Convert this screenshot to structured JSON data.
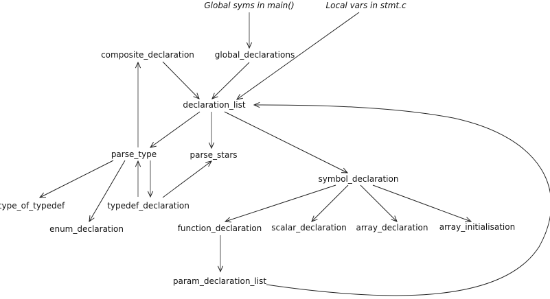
{
  "diagram": {
    "title": "",
    "nodes": [
      {
        "id": "global_syms",
        "label": "Global syms in main()",
        "italic": true
      },
      {
        "id": "local_vars",
        "label": "Local vars in stmt.c",
        "italic": true
      },
      {
        "id": "composite_declaration",
        "label": "composite_declaration",
        "italic": false
      },
      {
        "id": "global_declarations",
        "label": "global_declarations",
        "italic": false
      },
      {
        "id": "declaration_list",
        "label": "declaration_list",
        "italic": false
      },
      {
        "id": "parse_type",
        "label": "parse_type",
        "italic": false
      },
      {
        "id": "parse_stars",
        "label": "parse_stars",
        "italic": false
      },
      {
        "id": "symbol_declaration",
        "label": "symbol_declaration",
        "italic": false
      },
      {
        "id": "type_of_typedef",
        "label": "type_of_typedef",
        "italic": false
      },
      {
        "id": "typedef_declaration",
        "label": "typedef_declaration",
        "italic": false
      },
      {
        "id": "enum_declaration",
        "label": "enum_declaration",
        "italic": false
      },
      {
        "id": "function_declaration",
        "label": "function_declaration",
        "italic": false
      },
      {
        "id": "scalar_declaration",
        "label": "scalar_declaration",
        "italic": false
      },
      {
        "id": "array_declaration",
        "label": "array_declaration",
        "italic": false
      },
      {
        "id": "array_initialisation",
        "label": "array_initialisation",
        "italic": false
      },
      {
        "id": "param_declaration_list",
        "label": "param_declaration_list",
        "italic": false
      }
    ],
    "edges": [
      {
        "from": "global_syms",
        "to": "global_declarations"
      },
      {
        "from": "local_vars",
        "to": "declaration_list"
      },
      {
        "from": "composite_declaration",
        "to": "declaration_list"
      },
      {
        "from": "global_declarations",
        "to": "declaration_list"
      },
      {
        "from": "declaration_list",
        "to": "parse_type"
      },
      {
        "from": "declaration_list",
        "to": "parse_stars"
      },
      {
        "from": "declaration_list",
        "to": "symbol_declaration"
      },
      {
        "from": "parse_type",
        "to": "composite_declaration"
      },
      {
        "from": "parse_type",
        "to": "type_of_typedef"
      },
      {
        "from": "parse_type",
        "to": "enum_declaration"
      },
      {
        "from": "parse_type",
        "to": "typedef_declaration"
      },
      {
        "from": "typedef_declaration",
        "to": "parse_type"
      },
      {
        "from": "typedef_declaration",
        "to": "parse_stars"
      },
      {
        "from": "symbol_declaration",
        "to": "function_declaration"
      },
      {
        "from": "symbol_declaration",
        "to": "scalar_declaration"
      },
      {
        "from": "symbol_declaration",
        "to": "array_declaration"
      },
      {
        "from": "symbol_declaration",
        "to": "array_initialisation"
      },
      {
        "from": "function_declaration",
        "to": "param_declaration_list"
      },
      {
        "from": "param_declaration_list",
        "to": "declaration_list"
      }
    ]
  }
}
